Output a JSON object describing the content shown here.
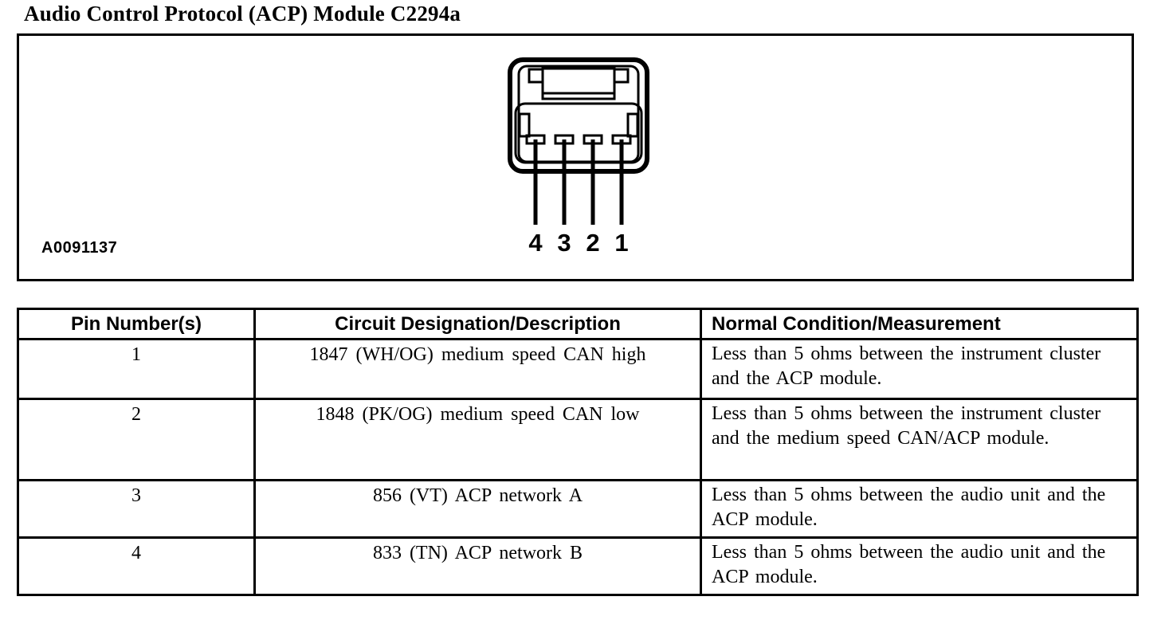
{
  "page": {
    "title": "Audio Control Protocol (ACP) Module C2294a",
    "figure_id": "A0091137"
  },
  "connector": {
    "pin_labels": [
      "4",
      "3",
      "2",
      "1"
    ]
  },
  "table": {
    "headers": [
      "Pin Number(s)",
      "Circuit Designation/Description",
      "Normal Condition/Measurement"
    ],
    "rows": [
      {
        "pin": "1",
        "circuit": "1847 (WH/OG) medium speed CAN high",
        "condition": "Less than 5 ohms between the instrument cluster and the ACP module."
      },
      {
        "pin": "2",
        "circuit": "1848 (PK/OG) medium speed CAN low",
        "condition": "Less than 5 ohms between the instrument cluster and the medium speed CAN/ACP module."
      },
      {
        "pin": "3",
        "circuit": "856 (VT) ACP network A",
        "condition": "Less than 5 ohms between the audio unit and the ACP module."
      },
      {
        "pin": "4",
        "circuit": "833 (TN) ACP network B",
        "condition": "Less than 5 ohms between the audio unit and the ACP module."
      }
    ]
  },
  "colors": {
    "ink": "#000000",
    "paper": "#ffffff"
  }
}
